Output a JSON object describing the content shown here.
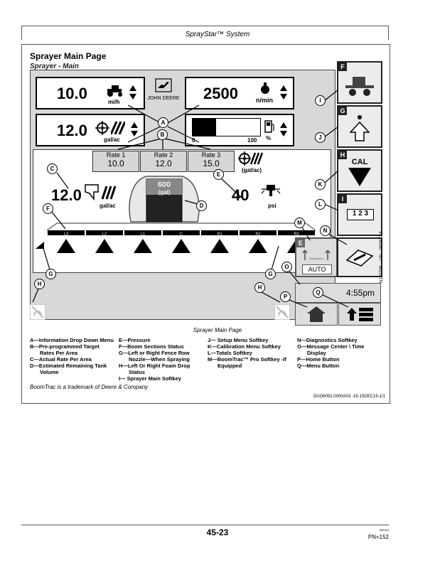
{
  "header": {
    "title": "SprayStar™ System"
  },
  "section_title": "Sprayer Main Page",
  "screen": {
    "title": "Sprayer - Main",
    "speed": {
      "value": "10.0",
      "unit": "mi/h"
    },
    "engine": {
      "value": "2500",
      "unit": "n/min"
    },
    "rate": {
      "value": "12.0",
      "unit": "gal/ac"
    },
    "tank_gauge": {
      "min": "0",
      "max": "100",
      "unit": "%",
      "level": 0.35
    },
    "brand": "JOHN DEERE",
    "rates": [
      {
        "label": "Rate 1",
        "value": "10.0"
      },
      {
        "label": "Rate 2",
        "value": "12.0"
      },
      {
        "label": "Rate 3",
        "value": "15.0"
      }
    ],
    "rate_unit": "(gal/ac)",
    "actual_rate": {
      "value": "12.0",
      "unit": "gal/ac"
    },
    "tank": {
      "value": "600",
      "unit": "(gal)"
    },
    "pressure": {
      "value": "40",
      "unit": "psi"
    },
    "sections": [
      "L3",
      "L2",
      "L1",
      "C",
      "R1",
      "R2",
      "R3"
    ],
    "softkeys": [
      {
        "letter": "F"
      },
      {
        "letter": "G"
      },
      {
        "letter": "H",
        "label": "CAL"
      },
      {
        "letter": "I",
        "label": "1 2 3"
      }
    ],
    "auto_label": "AUTO",
    "auto_letter": "E",
    "time": "4:55pm"
  },
  "callouts": [
    "A",
    "A",
    "B",
    "C",
    "E",
    "F",
    "D",
    "G",
    "G",
    "H",
    "H",
    "I",
    "J",
    "K",
    "L",
    "M",
    "N",
    "O",
    "P",
    "Q"
  ],
  "caption": "Sprayer Main Page",
  "legend": {
    "col1": [
      "A—Information Drop Down Menu",
      "B—Pre-programmed Target",
      "    Rates Per Area",
      "C—Actual Rate Per Area",
      "D—Estimated Remaining Tank",
      "    Volume"
    ],
    "col2": [
      "E—Pressure",
      "F—Boom Sections Status",
      "G—Left or Right Fence Row",
      "    Nozzle—When Spraying",
      "H—Left Or Right Foam Drop",
      "    Status",
      "I— Sprayer Main Softkey"
    ],
    "col3": [
      "J— Setup Menu Softkey",
      "K—Calibration Menu Softkey",
      "L—Totals Softkey",
      "M—BoomTrac™ Pro Softkey -If",
      "    Equipped"
    ],
    "col4": [
      "N—Diagnostics Softkey",
      "O—Message Center \\ Time",
      "    Display",
      "P—Home Button",
      "Q—Menu Button"
    ]
  },
  "trademark": "BoomTrac is a trademark of Deere & Company",
  "reference": "OUO6092,0000A03 -19-15DEC15-1/1",
  "side_reference": "N122709 —UN—09DEC15",
  "page_number": "45-23",
  "small_code": "062915",
  "pn": "PN=152"
}
